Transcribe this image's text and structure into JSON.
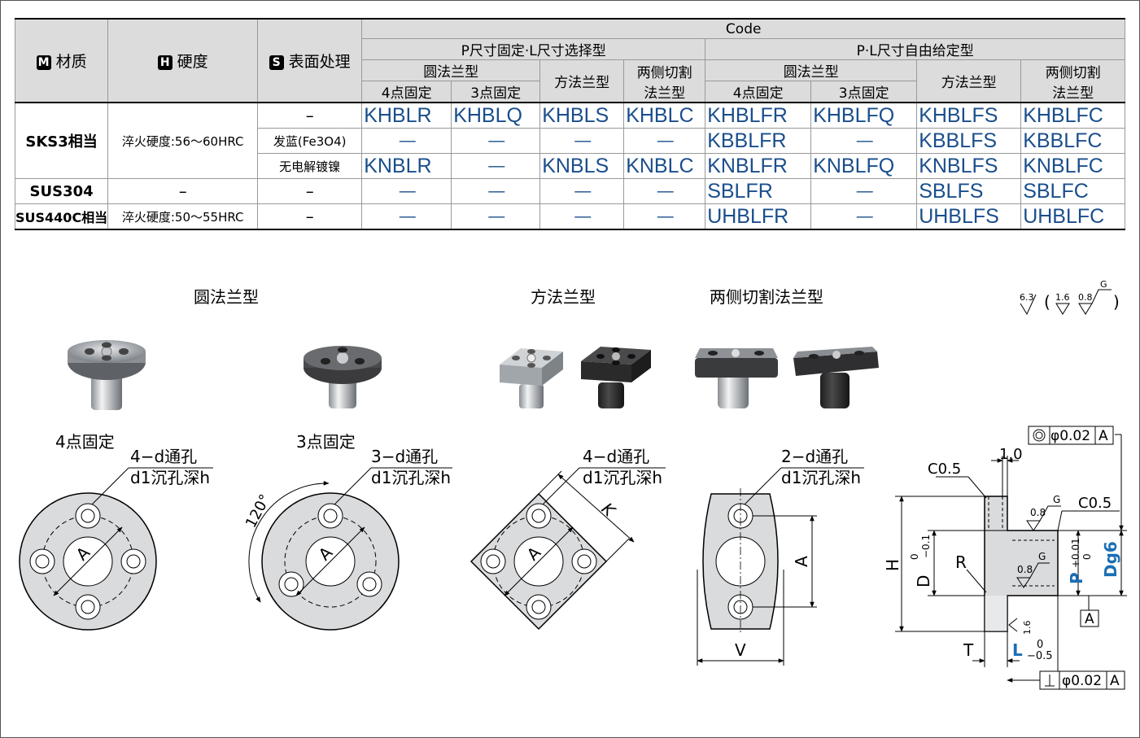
{
  "table": {
    "header": {
      "material_badge": "M",
      "material_label": "材质",
      "hardness_badge": "H",
      "hardness_label": "硬度",
      "surface_badge": "S",
      "surface_label": "表面处理",
      "code": "Code",
      "group_p": "P尺寸固定·L尺寸选择型",
      "group_pl": "P·L尺寸自由给定型",
      "round_flange": "圆法兰型",
      "square_flange": "方法兰型",
      "cut_flange_1": "两侧切割",
      "cut_flange_2": "法兰型",
      "fix4": "4点固定",
      "fix3": "3点固定"
    },
    "rows": [
      {
        "material": "SKS3相当",
        "hardness": "淬火硬度:56～60HRC",
        "surface": "–",
        "codes": [
          "KHBLR",
          "KHBLQ",
          "KHBLS",
          "KHBLC",
          "KHBLFR",
          "KHBLFQ",
          "KHBLFS",
          "KHBLFC"
        ]
      },
      {
        "surface": "发蓝(Fe3O4)",
        "codes": [
          "—",
          "—",
          "—",
          "—",
          "KBBLFR",
          "—",
          "KBBLFS",
          "KBBLFC"
        ]
      },
      {
        "surface": "无电解镀镍",
        "codes": [
          "KNBLR",
          "—",
          "KNBLS",
          "KNBLC",
          "KNBLFR",
          "KNBLFQ",
          "KNBLFS",
          "KNBLFC"
        ]
      },
      {
        "material": "SUS304",
        "hardness": "–",
        "surface": "–",
        "codes": [
          "—",
          "—",
          "—",
          "—",
          "SBLFR",
          "—",
          "SBLFS",
          "SBLFC"
        ]
      },
      {
        "material": "SUS440C相当",
        "hardness": "淬火硬度:50～55HRC",
        "surface": "–",
        "codes": [
          "—",
          "—",
          "—",
          "—",
          "UHBLFR",
          "—",
          "UHBLFS",
          "UHBLFC"
        ]
      }
    ]
  },
  "captions": {
    "round": "圆法兰型",
    "square": "方法兰型",
    "cut": "两侧切割法兰型",
    "fix4": "4点固定",
    "fix3": "3点固定"
  },
  "roughness": {
    "r1": "6.3",
    "r2": "1.6",
    "r3": "0.8",
    "g": "G",
    "open": "(",
    "close": ")"
  },
  "drawings": {
    "hole4_1": "4−d通孔",
    "hole4_2": "d1沉孔深h",
    "hole3_1": "3−d通孔",
    "hole3_2": "d1沉孔深h",
    "holesq_1": "4−d通孔",
    "holesq_2": "d1沉孔深h",
    "hole2_1": "2−d通孔",
    "hole2_2": "d1沉孔深h",
    "A": "A",
    "K": "K",
    "V": "V",
    "angle": "120°",
    "side": {
      "tol_top": "φ0.02",
      "tol_bot": "φ0.02",
      "datum": "A",
      "c05a": "C0.5",
      "c05b": "C0.5",
      "dim10": "1.0",
      "r08a": "0.8",
      "r08b": "0.8",
      "r16": "1.6",
      "g": "G",
      "H": "H",
      "D": "D",
      "D_tol_up": "0",
      "D_tol_lo": "−0.1",
      "R": "R",
      "P": "P",
      "P_tol_up": "+0.01",
      "P_tol_lo": "0",
      "Dg6": "Dg6",
      "T": "T",
      "L": "L",
      "L_tol_up": "0",
      "L_tol_lo": "−0.5"
    }
  },
  "colors": {
    "code_blue": "#1a4e8c",
    "header_gray": "#dcdcdc",
    "photo_dark": "#3a3a3a",
    "photo_light": "#b8bcc0"
  }
}
